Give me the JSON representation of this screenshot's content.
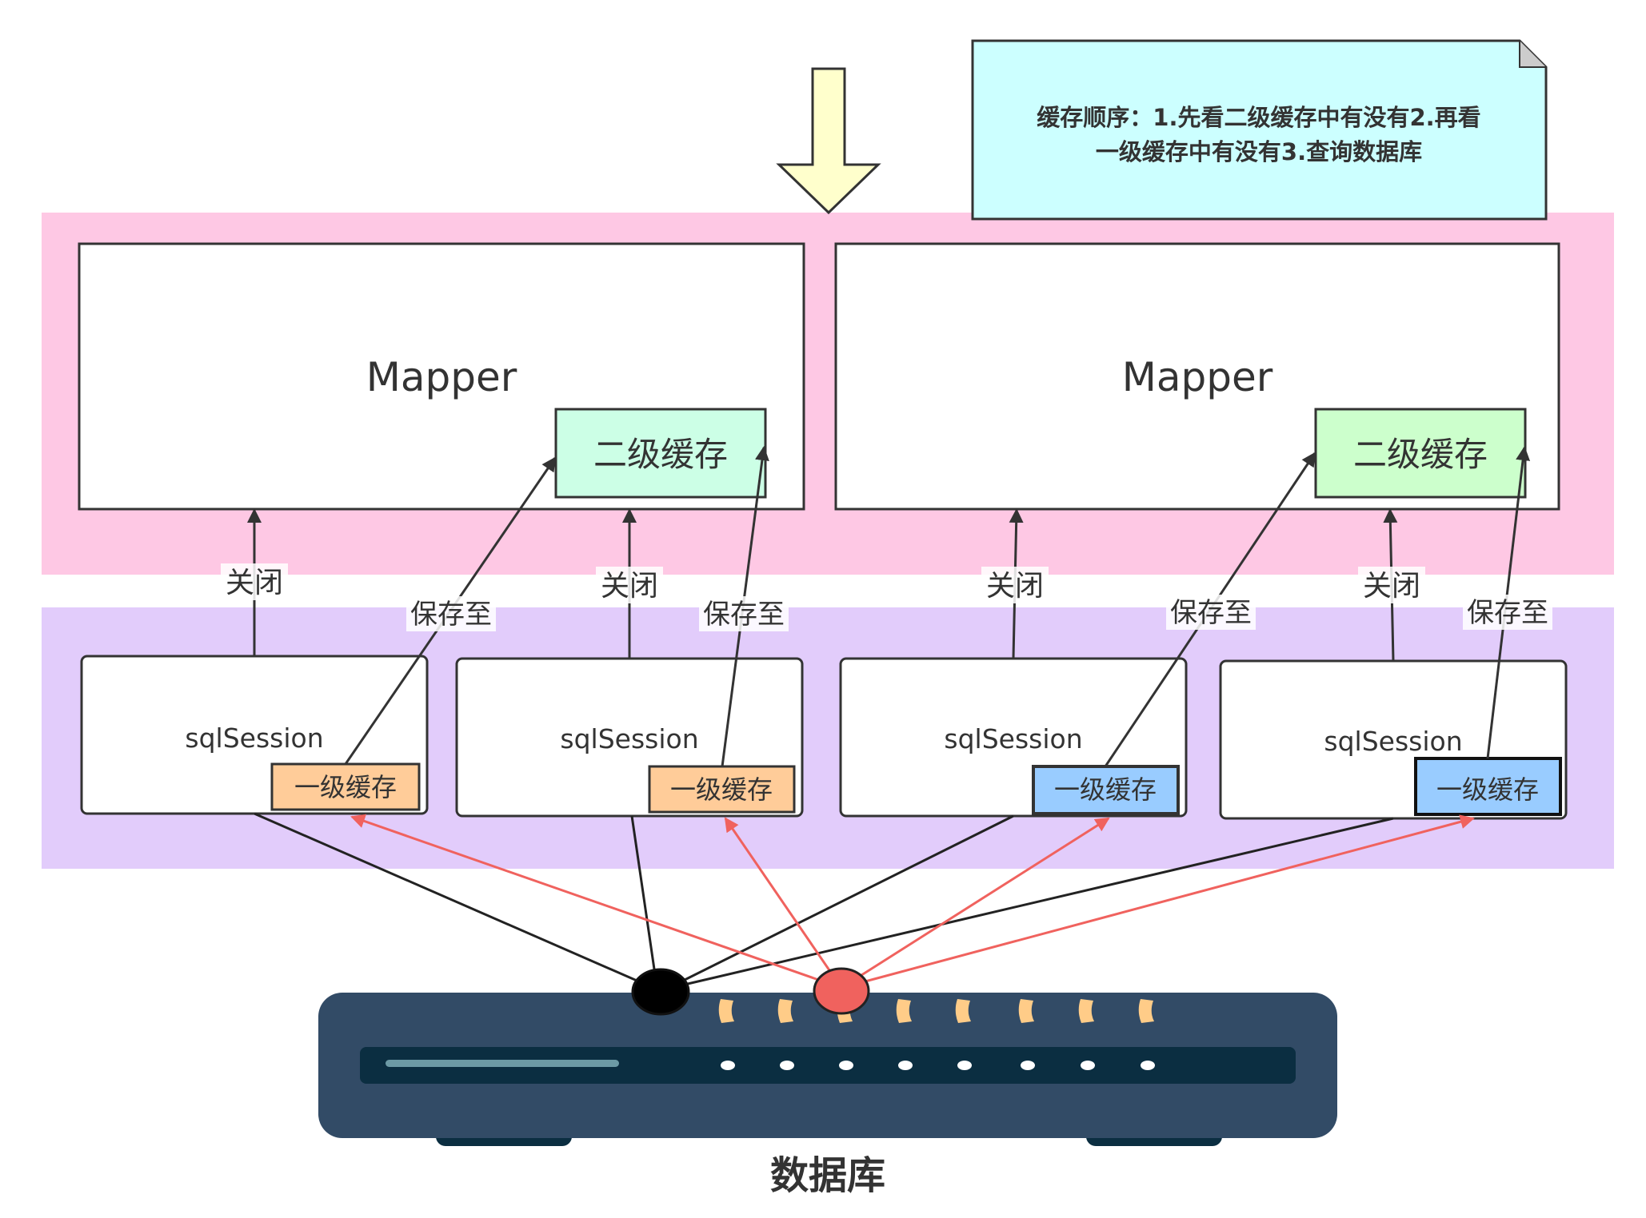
{
  "note": {
    "line1": "缓存顺序：1.先看二级缓存中有没有2.再看",
    "line2": "一级缓存中有没有3.查询数据库"
  },
  "mappers": [
    {
      "title": "Mapper",
      "cache": "二级缓存"
    },
    {
      "title": "Mapper",
      "cache": "二级缓存"
    }
  ],
  "sessions": [
    {
      "title": "sqlSession",
      "cache": "一级缓存"
    },
    {
      "title": "sqlSession",
      "cache": "一级缓存"
    },
    {
      "title": "sqlSession",
      "cache": "一级缓存"
    },
    {
      "title": "sqlSession",
      "cache": "一级缓存"
    }
  ],
  "labels": {
    "close": [
      "关闭",
      "关闭",
      "关闭",
      "关闭"
    ],
    "save": [
      "保存至",
      "保存至",
      "保存至",
      "保存至"
    ]
  },
  "database": {
    "label": "数据库"
  },
  "colors": {
    "mapper_zone": "#FEC8E4",
    "session_zone": "#E2CCFB",
    "note_fill": "#CCFFFF",
    "arrow_fill": "#FFFFCC",
    "l2_cache_left": "#CCFFE6",
    "l2_cache_right": "#CCFFCC",
    "l1_cache_orange": "#FFCC99",
    "l1_cache_blue": "#99CCFF",
    "red_line": "#F0625E",
    "db_body": "#324B66",
    "db_slot": "#0B2E41"
  }
}
